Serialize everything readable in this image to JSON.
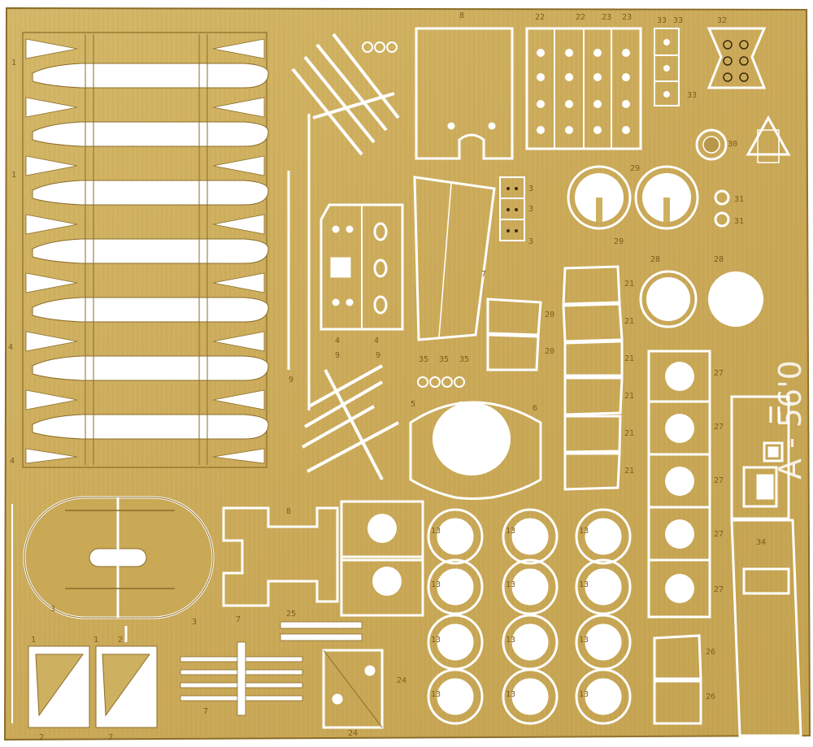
{
  "sheet": {
    "colors": {
      "brass": "#cdb160",
      "brass_dark": "#b8974a",
      "cutout": "#ffffff",
      "edge": "#8b6d28",
      "text": "#7a5e1e"
    },
    "code_text": "A - 56'0",
    "part_numbers": {
      "n1": "1",
      "n2": "2",
      "n3": "3",
      "n4": "4",
      "n5": "5",
      "n6": "6",
      "n7": "7",
      "n8": "8",
      "n9": "9",
      "n13": "13",
      "n20": "20",
      "n21": "21",
      "n22": "22",
      "n23": "23",
      "n24": "24",
      "n25": "25",
      "n26": "26",
      "n27": "27",
      "n28": "28",
      "n29": "29",
      "n30": "30",
      "n31": "31",
      "n32": "32",
      "n33": "33",
      "n34": "34",
      "n35": "35"
    }
  }
}
